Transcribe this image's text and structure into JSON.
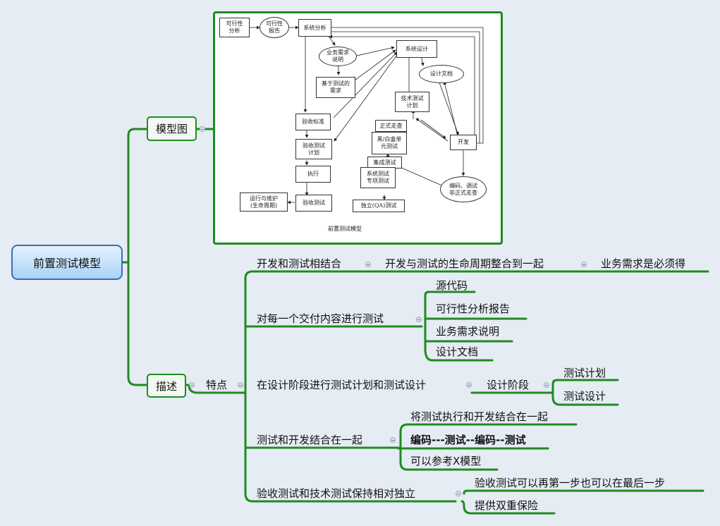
{
  "root": "前置测试模型",
  "model_node": {
    "label": "模型图",
    "diagram": {
      "caption": "前置测试模型",
      "boxes": {
        "feasibility": [
          "可行性",
          "分析"
        ],
        "feasibility_report": [
          "可行性",
          "报告"
        ],
        "system_analysis": [
          "系统分析"
        ],
        "biz_req": [
          "业务需求",
          "说明"
        ],
        "test_req": [
          "基于测试的",
          "需求"
        ],
        "acceptance_criteria": [
          "验收标准"
        ],
        "acceptance_plan": [
          "验收测试",
          "计划"
        ],
        "execute": [
          "执行"
        ],
        "acceptance_test": [
          "验收测试"
        ],
        "operation": [
          "运行与维护",
          "(生命周期)"
        ],
        "system_design": [
          "系统设计"
        ],
        "design_doc": [
          "设计文档"
        ],
        "tech_plan": [
          "技术测试",
          "计划"
        ],
        "formal_review": [
          "正式走查"
        ],
        "unit_test": [
          "黑/白盒单",
          "元测试"
        ],
        "integration": [
          "集成测试"
        ],
        "system_test": [
          "系统测试",
          "专项测试"
        ],
        "independent": [
          "独立(QA)测试"
        ],
        "develop": [
          "开发"
        ],
        "coding": [
          "编码、调试",
          "非正式走查"
        ]
      }
    }
  },
  "desc_node": {
    "label": "描述",
    "feature": "特点",
    "items": [
      {
        "label": "开发和测试相结合",
        "chain": [
          "开发与测试的生命周期整合到一起",
          "业务需求是必须得"
        ]
      },
      {
        "label": "对每一个交付内容进行测试",
        "children": [
          "源代码",
          "可行性分析报告",
          "业务需求说明",
          "设计文档"
        ]
      },
      {
        "label": "在设计阶段进行测试计划和测试设计",
        "mid": "设计阶段",
        "children": [
          "测试计划",
          "测试设计"
        ]
      },
      {
        "label": "测试和开发结合在一起",
        "children": [
          "将测试执行和开发结合在一起",
          "编码---测试--编码--测试",
          "可以参考X模型"
        ]
      },
      {
        "label": "验收测试和技术测试保持相对独立",
        "children": [
          "验收测试可以再第一步也可以在最后一步",
          "提供双重保险"
        ]
      }
    ]
  }
}
